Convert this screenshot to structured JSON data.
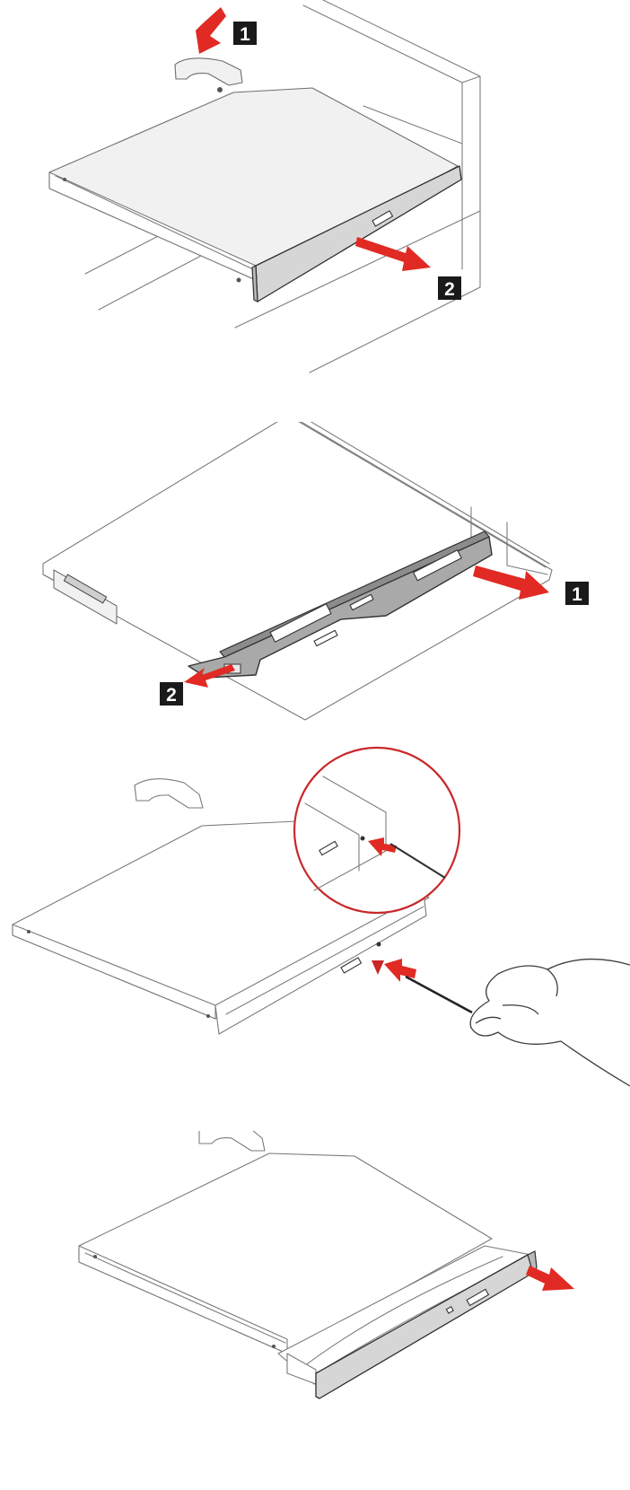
{
  "callouts": {
    "fig1_step1": "1",
    "fig1_step2": "2",
    "fig2_step1": "1",
    "fig2_step2": "2"
  },
  "colors": {
    "arrow": "#e02a23",
    "magnifier": "#c8282a",
    "callout_box": "#1a1a1a"
  },
  "icons": [
    "arrow-icon",
    "hand-icon",
    "pin-tool-icon"
  ]
}
